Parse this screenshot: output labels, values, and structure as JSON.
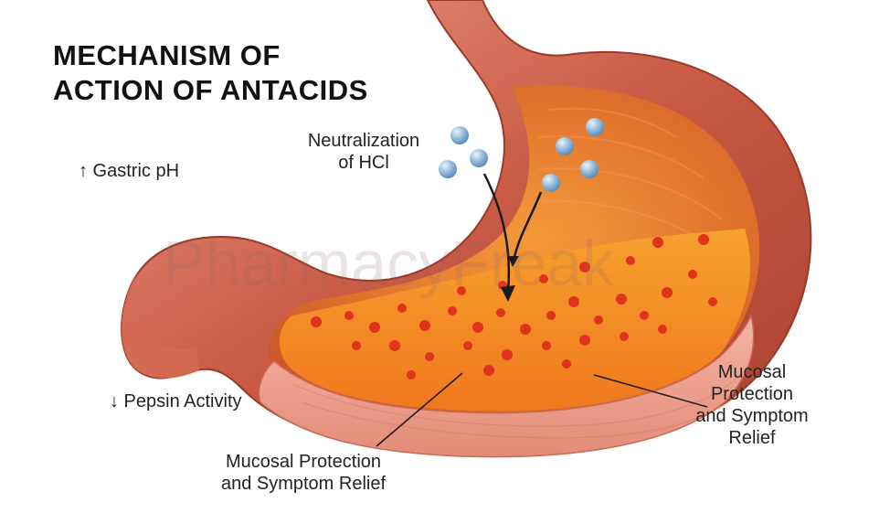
{
  "title": {
    "line1": "MECHANISM OF",
    "line2": "ACTION OF ANTACIDS"
  },
  "labels": {
    "neutralization": {
      "line1": "Neutralization",
      "line2": "of HCl"
    },
    "gastric_ph": "↑ Gastric pH",
    "pepsin": "↓ Pepsin Activity",
    "mucosal_bottom": {
      "line1": "Mucosal Protection",
      "line2": "and Symptom Relief"
    },
    "mucosal_right": {
      "line1": "Mucosal",
      "line2": "Protection",
      "line3": "and Symptom",
      "line4": "Relief"
    }
  },
  "watermark": "PharmacyFreak",
  "colors": {
    "wall_outer": "#c0503b",
    "wall_light": "#e48a72",
    "interior": "#e97a2c",
    "acid_liquid": "#f2962a",
    "droplet": "#e0331e",
    "antacid": "#8fb4d6",
    "mucosa": "#efa08e"
  }
}
